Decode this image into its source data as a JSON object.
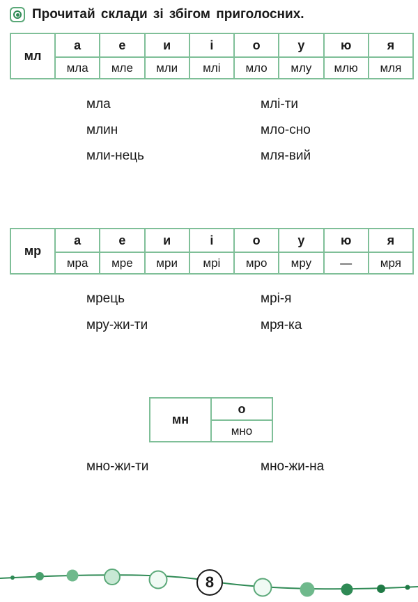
{
  "instruction": "Прочитай склади зі збігом приголосних.",
  "icon": "radio-bullet-icon",
  "colors": {
    "accent": "#2f8a55",
    "border": "#7fbf98"
  },
  "tables": {
    "ml": {
      "consonant": "мл",
      "vowels": [
        "а",
        "е",
        "и",
        "і",
        "о",
        "у",
        "ю",
        "я"
      ],
      "syllables": [
        "мла",
        "мле",
        "мли",
        "млі",
        "мло",
        "млу",
        "млю",
        "мля"
      ]
    },
    "mr": {
      "consonant": "мр",
      "vowels": [
        "а",
        "е",
        "и",
        "і",
        "о",
        "у",
        "ю",
        "я"
      ],
      "syllables": [
        "мра",
        "мре",
        "мри",
        "мрі",
        "мро",
        "мру",
        "—",
        "мря"
      ]
    },
    "mn": {
      "consonant": "мн",
      "vowels": [
        "о"
      ],
      "syllables": [
        "мно"
      ]
    }
  },
  "words": {
    "ml": {
      "left": [
        "мла",
        "млин",
        "мли-нець"
      ],
      "right": [
        "млі-ти",
        "мло-сно",
        "мля-вий"
      ]
    },
    "mr": {
      "left": [
        "мрець",
        "мру-жи-ти"
      ],
      "right": [
        "мрі-я",
        "мря-ка"
      ]
    },
    "mn": {
      "left": [
        "мно-жи-ти"
      ],
      "right": [
        "мно-жи-на"
      ]
    }
  },
  "page_number": "8"
}
